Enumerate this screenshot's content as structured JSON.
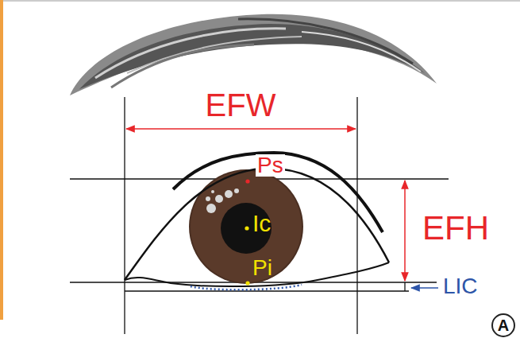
{
  "diagram": {
    "nodes": [
      {
        "text": [
          "A"
        ]
      }
    ],
    "labels": [
      "EFW",
      "Ps",
      "Ic",
      "Pi",
      "EFH",
      "LIC"
    ]
  }
}
